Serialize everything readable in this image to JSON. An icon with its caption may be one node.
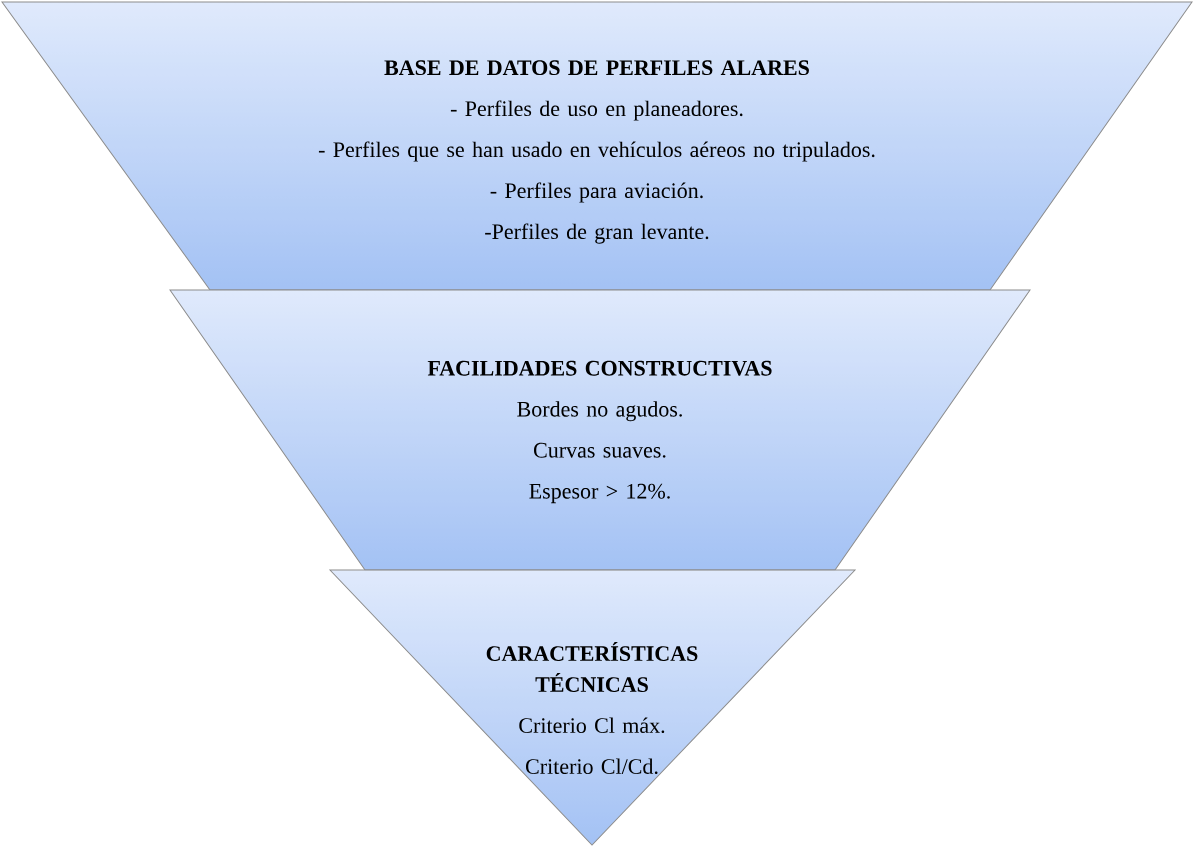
{
  "diagram": {
    "nodes": [
      {
        "text": [
          "BASE DE DATOS DE PERFILES ALARES",
          "- Perfiles de uso en planeadores.",
          "- Perfiles que se han usado en vehículos aéreos no tripulados.",
          "- Perfiles para aviación.",
          "-Perfiles de gran levante."
        ]
      },
      {
        "text": [
          "FACILIDADES CONSTRUCTIVAS",
          "Bordes no agudos.",
          "Curvas suaves.",
          "Espesor > 12%."
        ]
      },
      {
        "text": [
          "CARACTERÍSTICAS TÉCNICAS",
          "Criterio Cl máx.",
          "Criterio Cl/Cd."
        ]
      }
    ]
  }
}
